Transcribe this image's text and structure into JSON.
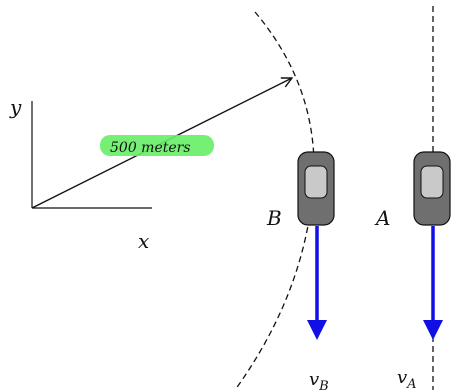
{
  "axes": {
    "x_label": "x",
    "y_label": "y"
  },
  "radius_label": "500 meters",
  "cars": [
    {
      "id": "B",
      "label": "B",
      "velocity_label": "v",
      "velocity_sub": "B",
      "path": "curved"
    },
    {
      "id": "A",
      "label": "A",
      "velocity_label": "v",
      "velocity_sub": "A",
      "path": "straight"
    }
  ],
  "colors": {
    "velocity_arrow": "#1010e6",
    "highlight": "#66ee66",
    "car_body": "#6f6f6f",
    "car_window": "#c9c9c9",
    "line": "#111111"
  }
}
